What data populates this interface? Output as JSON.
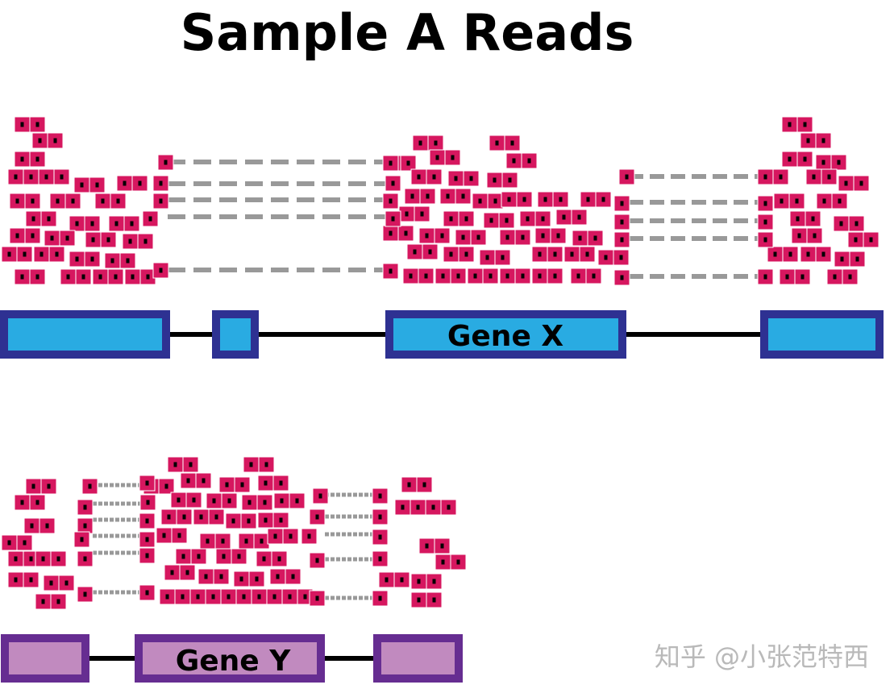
{
  "title": "Sample A Reads",
  "watermark": "知乎 @小张范特西",
  "gene_x": {
    "label": "Gene X",
    "exon_fill": "#29abe2",
    "exon_border": "#2e3192"
  },
  "gene_y": {
    "label": "Gene Y",
    "exon_fill": "#c18abf",
    "exon_border": "#662d91"
  },
  "colors": {
    "read": "#d6175f",
    "read_border": "#ffffff",
    "junction": "#999999",
    "intron": "#000000"
  }
}
